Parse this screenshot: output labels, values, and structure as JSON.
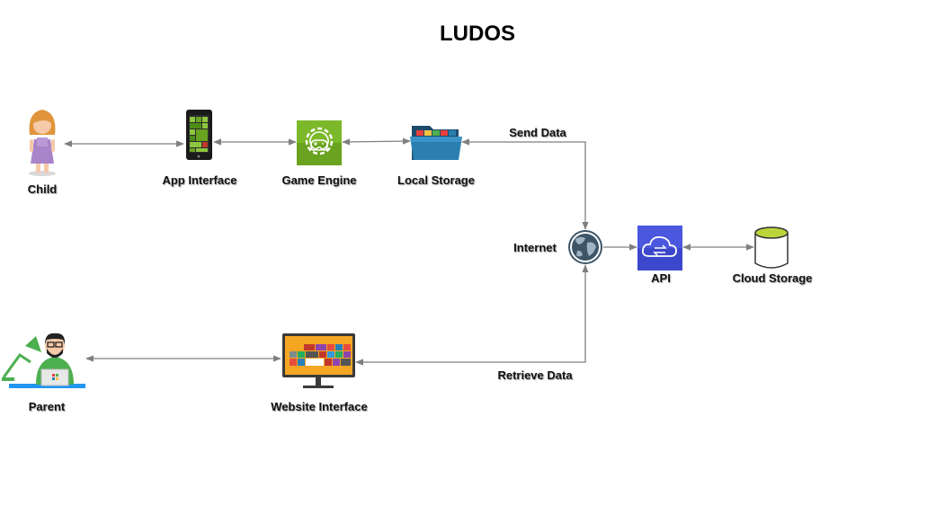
{
  "title": "LUDOS",
  "nodes": {
    "child": {
      "label": "Child",
      "icon": "child-icon"
    },
    "app_interface": {
      "label": "App Interface",
      "icon": "smartphone-icon"
    },
    "game_engine": {
      "label": "Game Engine",
      "icon": "gamepad-gear-icon"
    },
    "local_storage": {
      "label": "Local Storage",
      "icon": "folder-icon"
    },
    "internet": {
      "label": "Internet",
      "icon": "globe-icon"
    },
    "api": {
      "label": "API",
      "icon": "cloud-sync-icon"
    },
    "cloud_storage": {
      "label": "Cloud Storage",
      "icon": "database-cylinder-icon"
    },
    "parent": {
      "label": "Parent",
      "icon": "parent-at-desk-icon"
    },
    "website_interface": {
      "label": "Website Interface",
      "icon": "monitor-icon"
    }
  },
  "edges": {
    "send_data": "Send Data",
    "retrieve_data": "Retrieve Data"
  },
  "colors": {
    "connector": "#7f7f7f",
    "game_engine_green": "#6aa31f",
    "api_blue": "#3b48cc",
    "cloud_storage_green": "#b9d53a",
    "folder_teal": "#2a7fb0",
    "monitor_orange": "#f5a623",
    "globe": "#3d5567"
  }
}
